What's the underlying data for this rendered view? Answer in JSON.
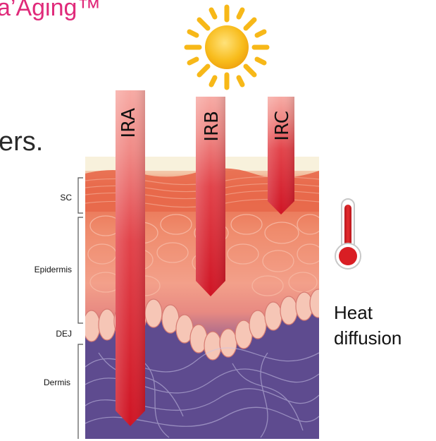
{
  "header": {
    "title_fragment": "a’Aging™"
  },
  "body": {
    "text_fragment": "ers."
  },
  "beams": [
    {
      "label": "IRA"
    },
    {
      "label": "IRB"
    },
    {
      "label": "IRC"
    }
  ],
  "layers": [
    {
      "label": "SC"
    },
    {
      "label": "Epidermis"
    },
    {
      "label": "DEJ"
    },
    {
      "label": "Dermis"
    }
  ],
  "heat": {
    "line1": "Heat",
    "line2": "diffusion"
  },
  "colors": {
    "title": "#e02a7a",
    "beam_red": "#d81f2a",
    "sun": "#f7b818",
    "dermis": "#5a4a8e",
    "epidermis": "#f08a6a"
  }
}
